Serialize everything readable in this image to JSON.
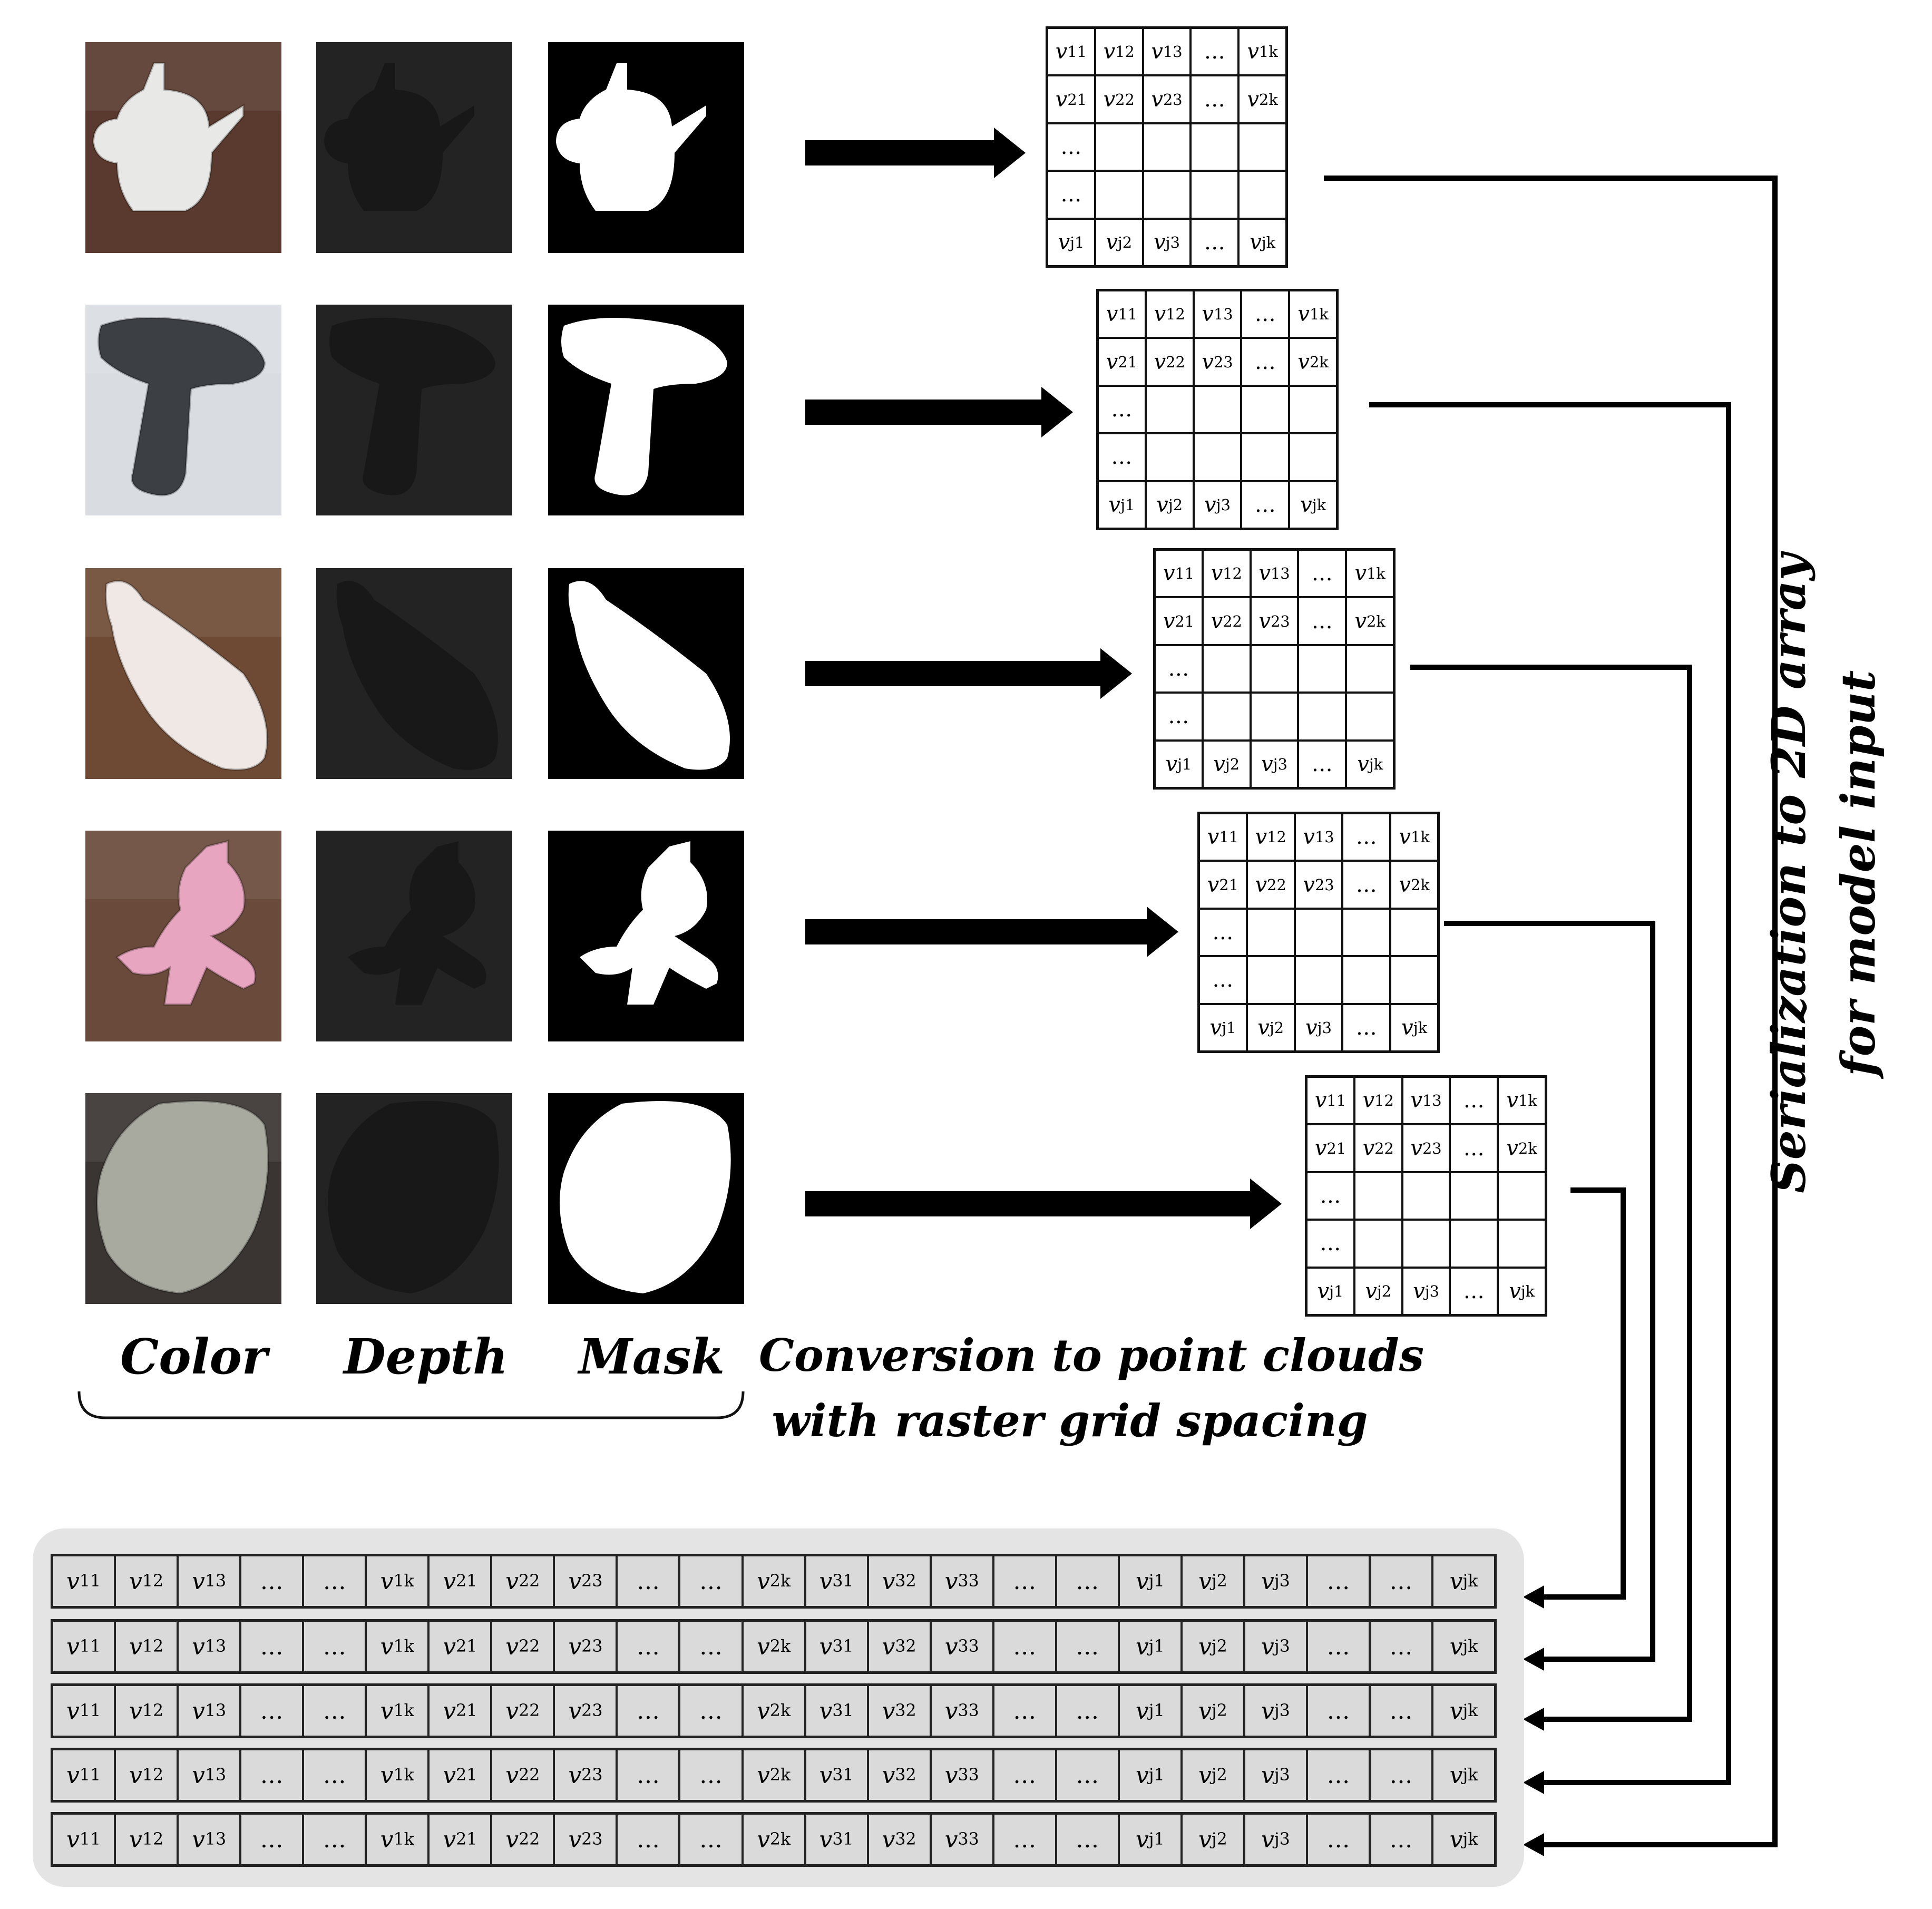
{
  "column_labels": {
    "color": "Color",
    "depth": "Depth",
    "mask": "Mask"
  },
  "conversion_label": {
    "line1": "Conversion to point clouds",
    "line2": "with raster grid spacing"
  },
  "serialization_label": {
    "line1": "Serialization to 2D array",
    "line2": "for model input"
  },
  "grid_cells": [
    [
      "v11",
      "v12",
      "v13",
      "…",
      "v1k"
    ],
    [
      "v21",
      "v22",
      "v23",
      "…",
      "v2k"
    ],
    [
      "…",
      "",
      "",
      "",
      ""
    ],
    [
      "…",
      "",
      "",
      "",
      ""
    ],
    [
      "vj1",
      "vj2",
      "vj3",
      "…",
      "vjk"
    ]
  ],
  "serial_row_cells": [
    "v11",
    "v12",
    "v13",
    "…",
    "…",
    "v1k",
    "v21",
    "v22",
    "v23",
    "…",
    "…",
    "v2k",
    "v31",
    "v32",
    "v33",
    "…",
    "…",
    "vj1",
    "vj2",
    "vj3",
    "…",
    "…",
    "vjk"
  ],
  "objects": [
    {
      "name": "watering-can",
      "color_fg": "#e8e8e6",
      "color_bg": "#5a3a2e"
    },
    {
      "name": "drill",
      "color_fg": "#3c3f44",
      "color_bg": "#d9dde2"
    },
    {
      "name": "bottle",
      "color_fg": "#efe8e4",
      "color_bg": "#6e4a35"
    },
    {
      "name": "pink-cat",
      "color_fg": "#e8a5c0",
      "color_bg": "#6a4a3a"
    },
    {
      "name": "bowl",
      "color_fg": "#a8aaa0",
      "color_bg": "#3a3532"
    }
  ]
}
